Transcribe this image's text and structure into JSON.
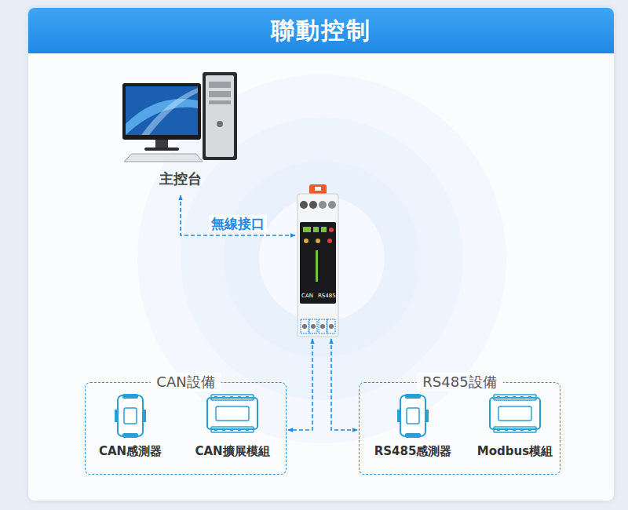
{
  "diagram": {
    "title": "聯動控制",
    "nodes": [
      {
        "text": [
          "主控台"
        ]
      },
      {
        "text": [
          "CAN",
          "RS485"
        ]
      },
      {
        "text": [
          "CAN設備"
        ]
      },
      {
        "text": [
          "CAN感測器"
        ],
        "in": 2
      },
      {
        "text": [
          "CAN擴展模組"
        ],
        "in": 2
      },
      {
        "text": [
          "RS485設備"
        ]
      },
      {
        "text": [
          "RS485感測器"
        ],
        "in": 5
      },
      {
        "text": [
          "Modbus模組"
        ],
        "in": 5
      }
    ],
    "edges": [
      {
        "from": 1,
        "to": 0,
        "label": "無線接口",
        "arrow": "both"
      },
      {
        "from": 1,
        "to": 2,
        "arrow": "both"
      },
      {
        "from": 1,
        "to": 5,
        "arrow": "both"
      }
    ]
  }
}
